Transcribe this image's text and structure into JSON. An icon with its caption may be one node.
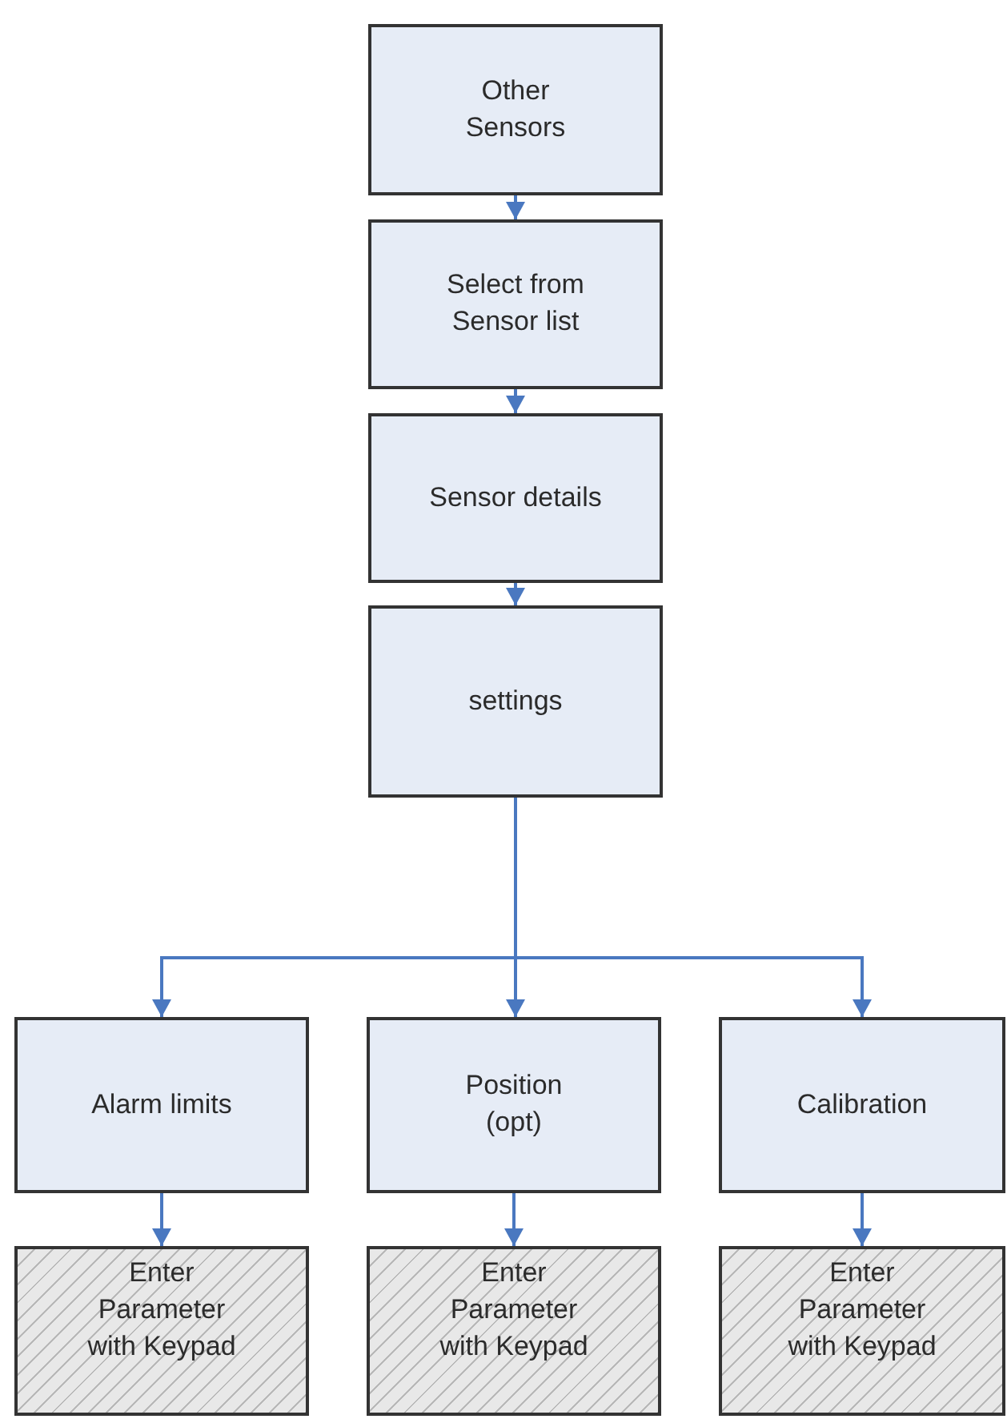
{
  "diagram": {
    "nodes": [
      {
        "text": [
          "Other Sensors"
        ]
      },
      {
        "text": [
          "Select from Sensor list"
        ]
      },
      {
        "text": [
          "Sensor details"
        ]
      },
      {
        "text": [
          "settings"
        ]
      },
      {
        "text": [
          "Alarm limits"
        ]
      },
      {
        "text": [
          "Position (opt)"
        ]
      },
      {
        "text": [
          "Calibration"
        ]
      },
      {
        "text": [
          "Enter Parameter with Keypad"
        ]
      },
      {
        "text": [
          "Enter Parameter with Keypad"
        ]
      },
      {
        "text": [
          "Enter Parameter with Keypad"
        ]
      }
    ],
    "edges": [
      {
        "from": 0,
        "to": 1,
        "arrow": "to"
      },
      {
        "from": 1,
        "to": 2,
        "arrow": "to"
      },
      {
        "from": 2,
        "to": 3,
        "arrow": "to"
      },
      {
        "from": 3,
        "to": 4,
        "arrow": "to"
      },
      {
        "from": 3,
        "to": 5,
        "arrow": "to"
      },
      {
        "from": 3,
        "to": 6,
        "arrow": "to"
      },
      {
        "from": 4,
        "to": 7,
        "arrow": "to"
      },
      {
        "from": 5,
        "to": 8,
        "arrow": "to"
      },
      {
        "from": 6,
        "to": 9,
        "arrow": "to"
      }
    ]
  }
}
